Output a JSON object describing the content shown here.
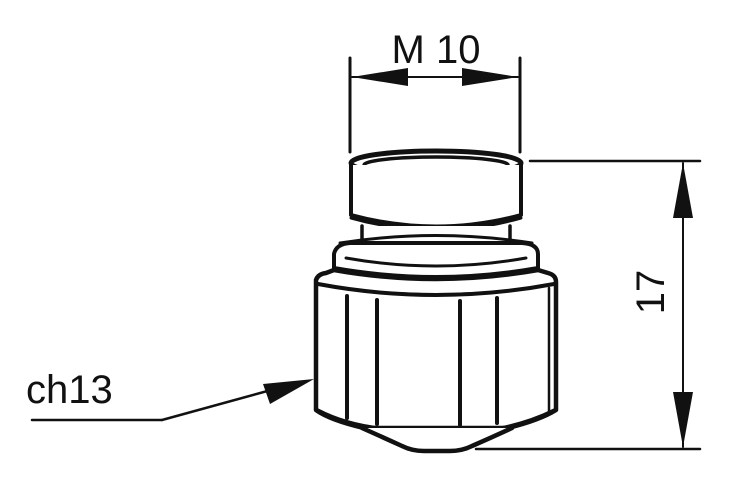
{
  "drawing": {
    "subject": "nozzle",
    "line_color": "#111111",
    "background": "#ffffff"
  },
  "dimensions": {
    "thread": {
      "label": "M 10"
    },
    "height": {
      "label": "17"
    },
    "wrench_size": {
      "label": "ch13"
    }
  }
}
